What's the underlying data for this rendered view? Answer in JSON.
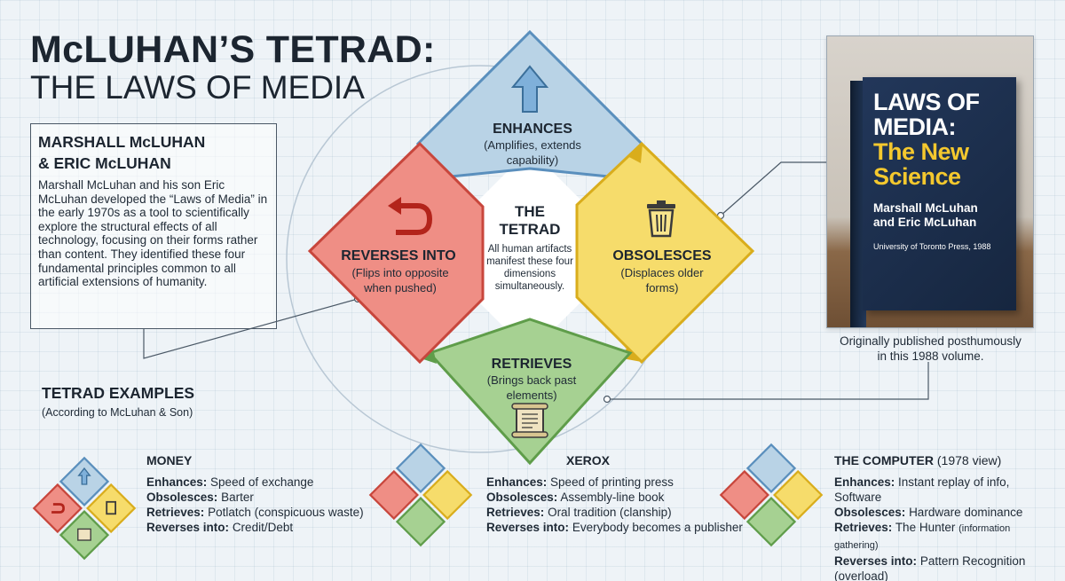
{
  "title": {
    "main": "McLUHAN’S TETRAD:",
    "sub": "THE LAWS OF MEDIA"
  },
  "authors_box": {
    "heading_line1": "MARSHALL McLUHAN",
    "heading_line2": "& ERIC McLUHAN",
    "body": "Marshall McLuhan and his son Eric McLuhan developed the “Laws of Media” in the early 1970s as a tool to scientifically explore the structural effects of all technology, focusing on their forms rather than content. They identified these four fundamental principles common to all artificial extensions of humanity."
  },
  "tetrad": {
    "center": {
      "title": "THE TETRAD",
      "desc_lines": [
        "All human artifacts",
        "manifest these four",
        "dimensions",
        "simultaneously."
      ]
    },
    "enhances": {
      "title": "ENHANCES",
      "desc_lines": [
        "(Amplifies, extends",
        "capability)"
      ],
      "color": "#b9d3e6",
      "icon": "up-arrow-icon"
    },
    "obsolesces": {
      "title": "OBSOLESCES",
      "desc_lines": [
        "(Displaces older",
        "forms)"
      ],
      "color": "#f6dc6b",
      "icon": "trash-can-icon"
    },
    "retrieves": {
      "title": "RETRIEVES",
      "desc_lines": [
        "(Brings back past",
        "elements)"
      ],
      "color": "#a6d192",
      "icon": "scroll-icon"
    },
    "reverses": {
      "title": "REVERSES INTO",
      "desc_lines": [
        "(Flips into opposite",
        "when pushed)"
      ],
      "color": "#ef8e85",
      "icon": "u-turn-arrow-icon"
    }
  },
  "book": {
    "title_line1": "LAWS OF",
    "title_line2": "MEDIA:",
    "title_line3": "The New",
    "title_line4": "Science",
    "authors_line1": "Marshall McLuhan",
    "authors_line2": "and Eric McLuhan",
    "publisher": "University of Toronto Press, 1988",
    "caption_line1": "Originally published posthumously",
    "caption_line2": "in this 1988 volume."
  },
  "examples": {
    "heading": "TETRAD EXAMPLES",
    "subheading": "(According to McLuhan & Son)",
    "labels": {
      "enhances": "Enhances:",
      "obsolesces": "Obsolesces:",
      "retrieves": "Retrieves:",
      "reverses": "Reverses into:"
    },
    "money": {
      "title": "MONEY",
      "enhances": "Speed of exchange",
      "obsolesces": "Barter",
      "retrieves": "Potlatch (conspicuous waste)",
      "reverses": "Credit/Debt"
    },
    "xerox": {
      "title": "XEROX",
      "enhances": "Speed of printing press",
      "obsolesces": "Assembly-line book",
      "retrieves": "Oral tradition (clanship)",
      "reverses": "Everybody becomes a publisher"
    },
    "computer": {
      "title": "THE COMPUTER",
      "title_note": "(1978 view)",
      "enhances": "Instant replay of info, Software",
      "obsolesces": "Hardware dominance",
      "retrieves_main": "The Hunter",
      "retrieves_note": "(information gathering)",
      "reverses_line1": "Pattern Recognition",
      "reverses_line2": "(overload)"
    }
  },
  "colors": {
    "enhances_fill": "#b9d3e6",
    "obsolesces_fill": "#f6dc6b",
    "retrieves_fill": "#a6d192",
    "reverses_fill": "#ef8e85",
    "outline_blue": "#5a8fbd",
    "outline_yellow": "#d9ad1c",
    "outline_green": "#5f9d4a",
    "outline_red": "#c8463c"
  }
}
